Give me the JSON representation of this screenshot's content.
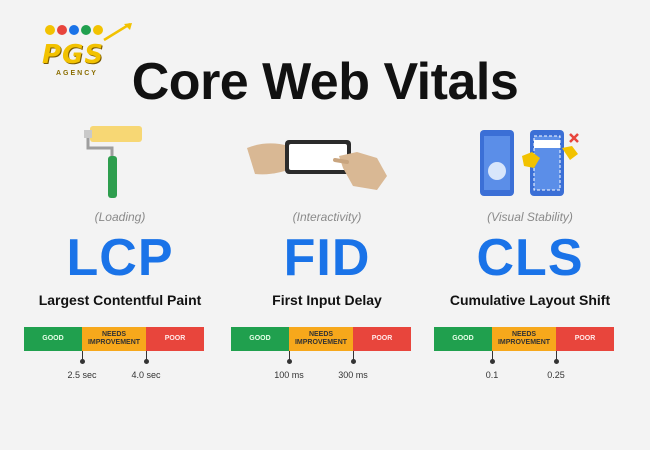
{
  "brand": {
    "name": "PGS",
    "subtitle": "AGENCY"
  },
  "title": "Core Web Vitals",
  "metrics": [
    {
      "category": "(Loading)",
      "acronym": "LCP",
      "name": "Largest Contentful Paint",
      "icon": "paint-roller-icon",
      "bar": {
        "good": "GOOD",
        "needs": "NEEDS IMPROVEMENT",
        "poor": "POOR"
      },
      "thresholds": [
        "2.5 sec",
        "4.0 sec"
      ]
    },
    {
      "category": "(Interactivity)",
      "acronym": "FID",
      "name": "First Input Delay",
      "icon": "phone-tap-icon",
      "bar": {
        "good": "GOOD",
        "needs": "NEEDS IMPROVEMENT",
        "poor": "POOR"
      },
      "thresholds": [
        "100 ms",
        "300 ms"
      ]
    },
    {
      "category": "(Visual Stability)",
      "acronym": "CLS",
      "name": "Cumulative Layout Shift",
      "icon": "layout-shift-phones-icon",
      "bar": {
        "good": "GOOD",
        "needs": "NEEDS IMPROVEMENT",
        "poor": "POOR"
      },
      "thresholds": [
        "0.1",
        "0.25"
      ]
    }
  ],
  "colors": {
    "accent": "#1a73e8",
    "good": "#20a04e",
    "needs_improvement": "#f7a81b",
    "poor": "#e8453c"
  }
}
